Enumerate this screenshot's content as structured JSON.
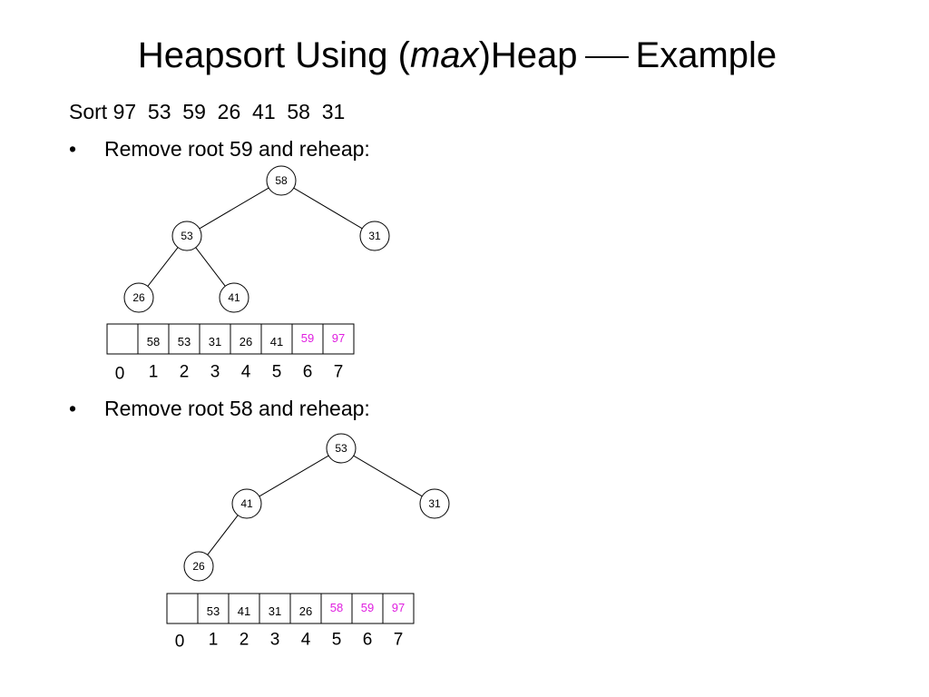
{
  "title": {
    "pre": "Heapsort Using (",
    "italic": "max",
    "post": ")Heap",
    "after": "Example"
  },
  "sort_line": "Sort 97  53  59  26  41  58  31",
  "sorted_color": "#e020e0",
  "bullets": [
    {
      "glyph": "•",
      "text": "Remove root 59 and reheap:"
    },
    {
      "glyph": "•",
      "text": "Remove root 58 and reheap:"
    }
  ],
  "heaps": [
    {
      "nodes": [
        {
          "value": "58"
        },
        {
          "value": "53"
        },
        {
          "value": "31"
        },
        {
          "value": "26"
        },
        {
          "value": "41"
        }
      ],
      "edges": [
        [
          0,
          1
        ],
        [
          0,
          2
        ],
        [
          1,
          3
        ],
        [
          1,
          4
        ]
      ],
      "array": [
        {
          "value": "",
          "sorted": false
        },
        {
          "value": "58",
          "sorted": false
        },
        {
          "value": "53",
          "sorted": false
        },
        {
          "value": "31",
          "sorted": false
        },
        {
          "value": "26",
          "sorted": false
        },
        {
          "value": "41",
          "sorted": false
        },
        {
          "value": "59",
          "sorted": true
        },
        {
          "value": "97",
          "sorted": true
        }
      ],
      "indices": [
        "0",
        "1",
        "2",
        "3",
        "4",
        "5",
        "6",
        "7"
      ]
    },
    {
      "nodes": [
        {
          "value": "53"
        },
        {
          "value": "41"
        },
        {
          "value": "31"
        },
        {
          "value": "26"
        }
      ],
      "edges": [
        [
          0,
          1
        ],
        [
          0,
          2
        ],
        [
          1,
          3
        ]
      ],
      "array": [
        {
          "value": "",
          "sorted": false
        },
        {
          "value": "53",
          "sorted": false
        },
        {
          "value": "41",
          "sorted": false
        },
        {
          "value": "31",
          "sorted": false
        },
        {
          "value": "26",
          "sorted": false
        },
        {
          "value": "58",
          "sorted": true
        },
        {
          "value": "59",
          "sorted": true
        },
        {
          "value": "97",
          "sorted": true
        }
      ],
      "indices": [
        "0",
        "1",
        "2",
        "3",
        "4",
        "5",
        "6",
        "7"
      ]
    }
  ]
}
